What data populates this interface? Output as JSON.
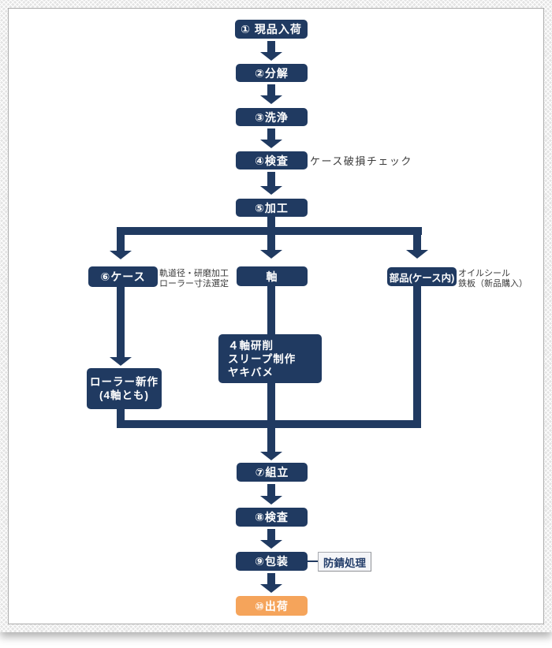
{
  "colors": {
    "navy": "#203a61",
    "orange": "#f5a45b",
    "note": "#3b3b3b"
  },
  "flow": {
    "main_steps": [
      {
        "label": "① 現品入荷"
      },
      {
        "label": "②分解"
      },
      {
        "label": "③洗浄"
      },
      {
        "label": "④検査",
        "note": "ケース破損チェック"
      },
      {
        "label": "⑤加工"
      }
    ],
    "branches": {
      "case": {
        "label": "⑥ケース",
        "note_lines": [
          "軌道径・研磨加工",
          "ローラー寸法選定"
        ],
        "sub_lines": [
          "ローラー新作",
          "(4軸とも)"
        ]
      },
      "shaft": {
        "label": "軸",
        "sub_lines": [
          "４軸研削",
          "スリープ制作",
          "ヤキバメ"
        ]
      },
      "parts": {
        "label": "部品(ケース内)",
        "note_lines": [
          "オイルシール",
          "鉄板（新品購入）"
        ]
      }
    },
    "final_steps": [
      {
        "label": "⑦組立"
      },
      {
        "label": "⑧検査"
      },
      {
        "label": "⑨包装",
        "callout": "防錆処理"
      },
      {
        "label": "⑩出荷"
      }
    ]
  }
}
